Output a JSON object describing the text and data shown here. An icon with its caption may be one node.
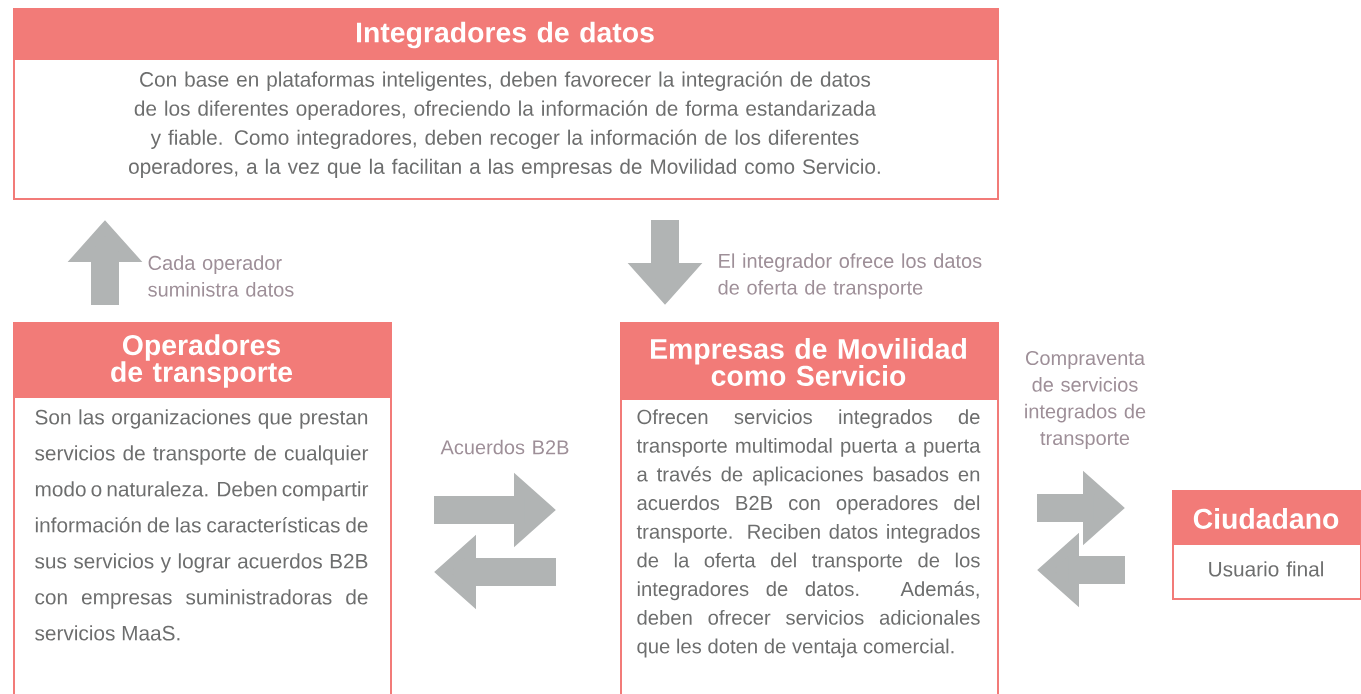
{
  "diagram": {
    "nodes": [
      {
        "text": [
          "Integradores de datos",
          "Con base en plataformas inteligentes, deben favorecer la integración de datos de los diferentes operadores, ofreciendo la información de forma estandarizada y fiable. Como integradores, deben recoger la información de los diferentes operadores, a la vez que la facilitan a las empresas de Movilidad como Servicio."
        ]
      },
      {
        "text": [
          "Operadores de transporte",
          "Son las organizaciones que prestan servicios de transporte de cualquier modo o naturaleza. Deben compartir información de las características de sus servicios y lograr acuerdos B2B con empresas suministradoras de servicios MaaS."
        ]
      },
      {
        "text": [
          "Empresas de Movilidad como Servicio",
          "Ofrecen servicios integrados de transporte multimodal puerta a puerta a través de aplicaciones basados en acuerdos B2B con operadores del transporte. Reciben datos integrados de la oferta del transporte de los integradores de datos. Además, deben ofrecer servicios adicionales que les doten de ventaja comercial."
        ]
      },
      {
        "text": [
          "Ciudadano",
          "Usuario final"
        ]
      }
    ],
    "edges": [
      {
        "from": 1,
        "to": 0,
        "arrow": "to",
        "label": "Cada operador suministra datos"
      },
      {
        "from": 0,
        "to": 2,
        "arrow": "to",
        "label": "El integrador  ofrece los datos de oferta de transporte"
      },
      {
        "from": 1,
        "to": 2,
        "arrow": "to",
        "label": "Acuerdos B2B"
      },
      {
        "from": 2,
        "to": 1,
        "arrow": "to"
      },
      {
        "from": 2,
        "to": 3,
        "arrow": "to",
        "label": "Compraventa de servicios integrados de transporte"
      },
      {
        "from": 3,
        "to": 2,
        "arrow": "to"
      }
    ]
  }
}
